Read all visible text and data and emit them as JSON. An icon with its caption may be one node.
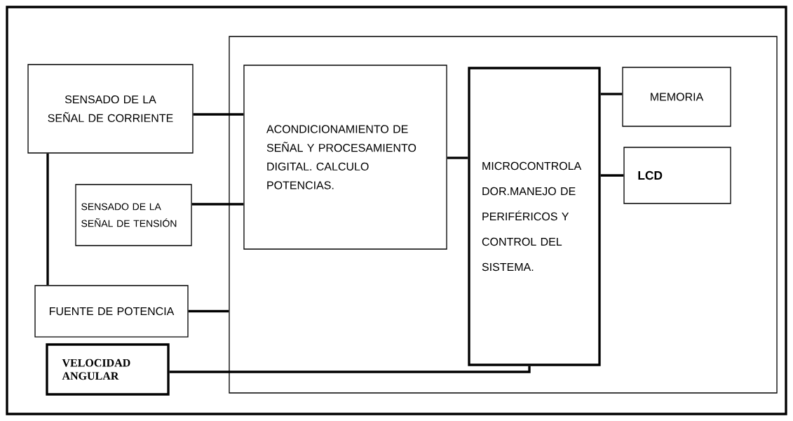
{
  "diagram": {
    "nodes": [
      {
        "text": [
          "SENSADO DE LA SEÑAL DE CORRIENTE"
        ]
      },
      {
        "text": [],
        "shape": "box"
      },
      {
        "text": [
          "ACONDICIONAMIENTO DE SEÑAL Y PROCESAMIENTO DIGITAL. CALCULO POTENCIAS."
        ],
        "in": 1
      },
      {
        "text": [
          "MICROCONTROLA DOR.MANEJO DE PERIFÉRICOS Y CONTROL DEL SISTEMA."
        ],
        "in": 1
      },
      {
        "text": [
          "MEMORIA"
        ],
        "in": 1
      },
      {
        "text": [
          "LCD"
        ],
        "in": 1
      },
      {
        "text": [
          "SENSADO DE LA SEÑAL DE TENSIÓN"
        ]
      },
      {
        "text": [
          "FUENTE DE POTENCIA"
        ]
      },
      {
        "text": [
          "VELOCIDAD ANGULAR"
        ]
      }
    ],
    "edges": [
      {
        "from": 0,
        "to": 2,
        "arrow": "none"
      },
      {
        "from": 6,
        "to": 2,
        "arrow": "none"
      },
      {
        "from": 0,
        "to": 7,
        "arrow": "none"
      },
      {
        "from": 7,
        "to": 1,
        "arrow": "none"
      },
      {
        "from": 2,
        "to": 3,
        "arrow": "none"
      },
      {
        "from": 3,
        "to": 4,
        "arrow": "none"
      },
      {
        "from": 3,
        "to": 5,
        "arrow": "none"
      },
      {
        "from": 8,
        "to": 3,
        "arrow": "none"
      }
    ]
  }
}
